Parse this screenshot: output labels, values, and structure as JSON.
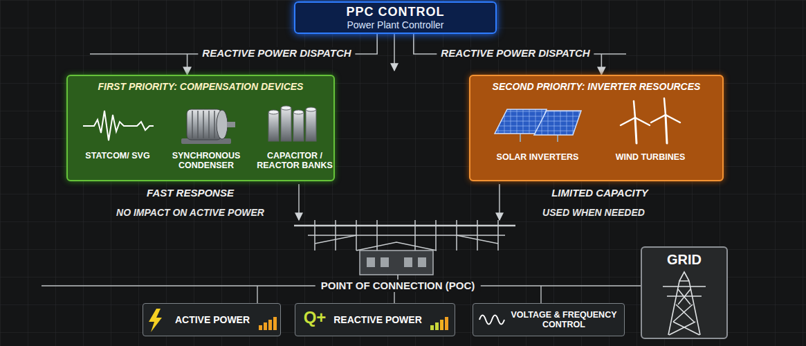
{
  "diagram": {
    "nodes": [
      {
        "text": [
          "PPC CONTROL",
          "Power Plant Controller"
        ]
      },
      {
        "text": [
          "FIRST PRIORITY: COMPENSATION DEVICES"
        ]
      },
      {
        "text": [
          "STATCOM/ SVG"
        ],
        "in": 1
      },
      {
        "text": [
          "SYNCHRONOUS CONDENSER"
        ],
        "in": 1
      },
      {
        "text": [
          "CAPACITOR / REACTOR BANKS"
        ],
        "in": 1
      },
      {
        "text": [
          "SECOND PRIORITY: INVERTER RESOURCES"
        ]
      },
      {
        "text": [
          "SOLAR INVERTERS"
        ],
        "in": 5
      },
      {
        "text": [
          "WIND TURBINES"
        ],
        "in": 5
      },
      {
        "text": [
          "GRID"
        ]
      },
      {
        "text": [
          "ACTIVE POWER"
        ]
      },
      {
        "text": [
          "REACTIVE POWER"
        ]
      },
      {
        "text": [
          "VOLTAGE & FREQUENCY CONTROL"
        ]
      }
    ],
    "edges": [
      {
        "from": 0,
        "to": 1,
        "label": "REACTIVE POWER DISPATCH",
        "arrow": "to"
      },
      {
        "from": 0,
        "to": 5,
        "label": "REACTIVE POWER DISPATCH",
        "arrow": "to"
      }
    ],
    "labels": [
      "FAST RESPONSE",
      "NO IMPACT ON ACTIVE POWER",
      "LIMITED CAPACITY",
      "USED WHEN NEEDED",
      "POINT OF CONNECTION (POC)",
      "Q+"
    ]
  }
}
